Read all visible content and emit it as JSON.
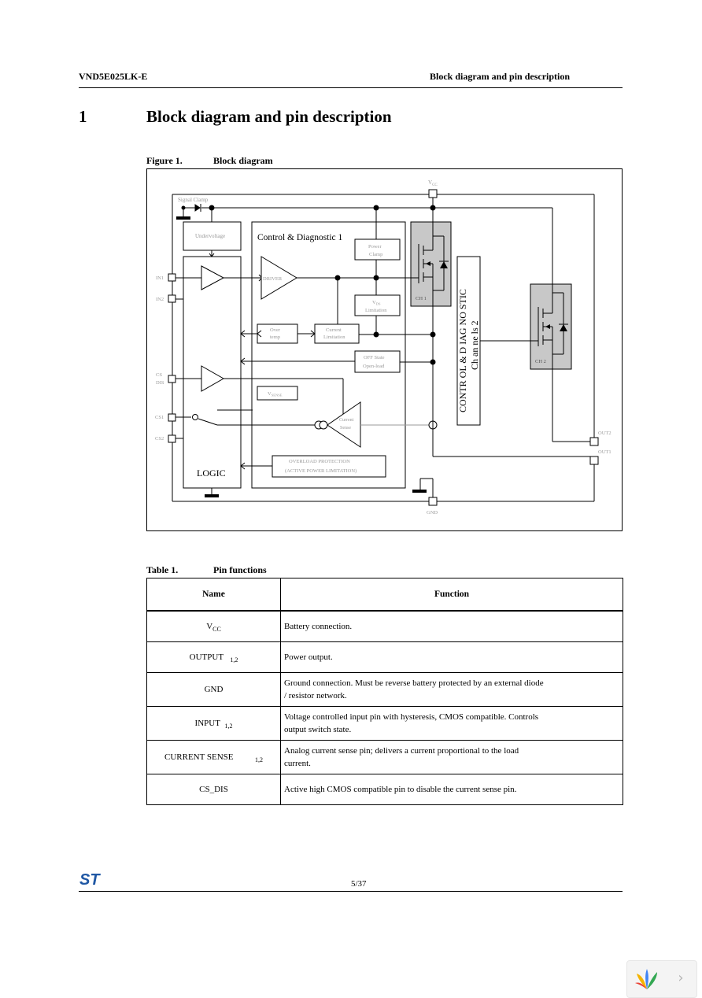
{
  "header": {
    "doc_id": "VND5E025LK-E",
    "section_title": "Block diagram and pin description"
  },
  "section": {
    "number": "1",
    "title": "Block diagram and pin description"
  },
  "figure": {
    "label": "Figure 1.",
    "title": "Block diagram",
    "labels": {
      "vcc": "V",
      "vcc_sub": "CC",
      "signal_clamp": "Signal Clamp",
      "undervoltage": "Undervoltage",
      "control_diag1": "Control & Diagnostic 1",
      "driver": "DRIVER",
      "power_clamp_1": "Power",
      "power_clamp_2": "Clamp",
      "vds_lim_1": "V",
      "vds_lim_sub": "DS",
      "vds_lim_2": "Limitation",
      "overtemp_1": "Over",
      "overtemp_2": "temp",
      "current_lim_1": "Current",
      "current_lim_2": "Limitation",
      "off_state_1": "OFF State",
      "off_state_2": "Open-load",
      "vsense": "V",
      "vsense_sub": "SENSE",
      "current_sense_1": "Current",
      "current_sense_2": "Sense",
      "overload_1": "OVERLOAD PROTECTION",
      "overload_2": "(ACTIVE POWER LIMITATION)",
      "logic": "LOGIC",
      "ch1": "CH 1",
      "ch2": "CH 2",
      "ctrl2_line1": "CONTR  OL & D IAG NO STIC",
      "ctrl2_line2": "Ch an ne ls 2",
      "in1": "IN1",
      "in2": "IN2",
      "cs_dis_1": "CS",
      "cs_dis_2": "DIS",
      "cs1": "CS1",
      "cs2": "CS2",
      "out2": "OUT2",
      "out1": "OUT1",
      "gnd": "GND"
    }
  },
  "table": {
    "label": "Table 1.",
    "title": "Pin functions",
    "headers": [
      "Name",
      "Function"
    ],
    "rows": [
      {
        "name": "V",
        "name_sub": "CC",
        "function": "Battery connection."
      },
      {
        "name": "OUTPUT",
        "name_sub": "1,2",
        "function": "Power output."
      },
      {
        "name": "GND",
        "name_sub": "",
        "function": "Ground connection. Must be reverse battery protected by an external diode / resistor network."
      },
      {
        "name": "INPUT",
        "name_sub": "1,2",
        "function": "Voltage controlled input pin with hysteresis, CMOS compatible. Controls output switch state."
      },
      {
        "name": "CURRENT SENSE",
        "name_sub": "1,2",
        "function": "Analog current sense pin; delivers a current proportional to the load current."
      },
      {
        "name": "CS_DIS",
        "name_sub": "",
        "function": "Active high CMOS compatible pin to disable the current sense pin."
      }
    ]
  },
  "footer": {
    "page": "5/37",
    "logo_text": "ST"
  },
  "colors": {
    "mosfet_fill": "#c8c8c8",
    "st_blue": "#1f57a4",
    "faint_text": "#9a9a9a"
  }
}
